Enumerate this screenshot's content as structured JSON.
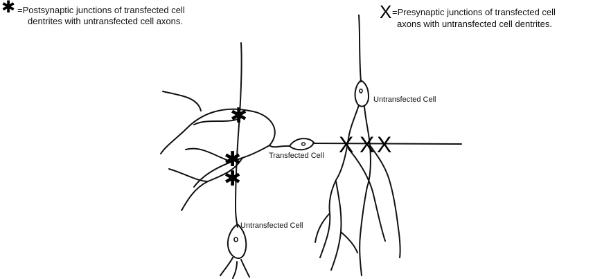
{
  "legend": {
    "asterisk": {
      "symbol": "✱",
      "line1": "=Postsynaptic junctions of transfected cell",
      "line2": "dentrites with untransfected cell axons."
    },
    "x": {
      "symbol": "X",
      "line1": "=Presynaptic junctions of transfected cell",
      "line2": "axons with untransfected cell dentrites."
    }
  },
  "labels": {
    "untransfected_top": "Untransfected Cell",
    "transfected": "Transfected Cell",
    "untransfected_bottom": "Untransfected Cell"
  },
  "colors": {
    "ink": "#111111",
    "background": "#ffffff"
  }
}
